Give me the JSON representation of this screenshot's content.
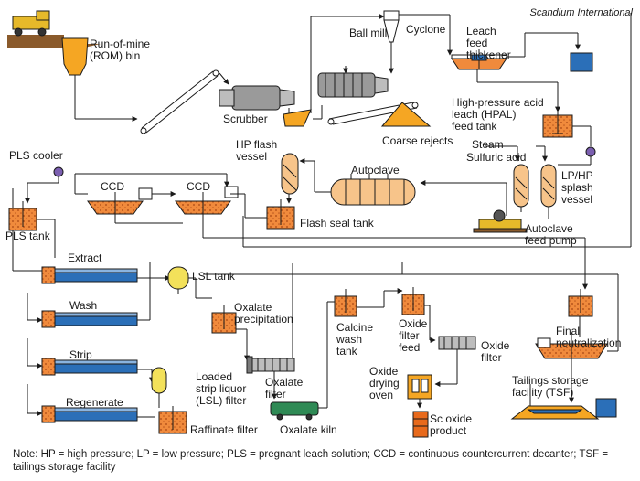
{
  "credit": "Scandium International",
  "labels": {
    "rom_bin": "Run-of-mine\n(ROM) bin",
    "ball_mill": "Ball mill",
    "cyclone": "Cyclone",
    "leach_feed_thickener": "Leach\nfeed\nthickener",
    "scrubber": "Scrubber",
    "coarse_rejects": "Coarse rejects",
    "hpal_feed_tank": "High-pressure acid\nleach (HPAL)\nfeed tank",
    "steam": "Steam",
    "sulfuric_acid": "Sulfuric acid",
    "pls_cooler": "PLS cooler",
    "hp_flash_vessel": "HP flash\nvessel",
    "ccd_1": "CCD",
    "ccd_2": "CCD",
    "autoclave": "Autoclave",
    "lp_hp_splash_vessel": "LP/HP\nsplash\nvessel",
    "pls_tank": "PLS tank",
    "flash_seal_tank": "Flash seal tank",
    "autoclave_feed_pump": "Autoclave\nfeed pump",
    "extract": "Extract",
    "lsl_tank": "LSL tank",
    "wash": "Wash",
    "oxalate_precipitation": "Oxalate\nprecipitation",
    "calcine_wash_tank": "Calcine\nwash\ntank",
    "oxide_filter_feed": "Oxide\nfilter\nfeed",
    "oxide_filter": "Oxide\nfilter",
    "final_neutralization": "Final\nneutralization",
    "strip": "Strip",
    "lsl_filter": "Loaded\nstrip liquor\n(LSL) filter",
    "oxalate_filter": "Oxalate\nfilter",
    "oxide_drying_oven": "Oxide\ndrying\noven",
    "tsf": "Tailings storage\nfacility (TSF)",
    "regenerate": "Regenerate",
    "raffinate_filter": "Raffinate filter",
    "oxalate_kiln": "Oxalate kiln",
    "sc_oxide_product": "Sc oxide\nproduct"
  },
  "note": "Note: HP = high pressure; LP = low pressure; PLS = pregnant leach solution; CCD = continuous countercurrent decanter; TSF = tailings storage facility",
  "colors": {
    "line": "#1a1a1a",
    "tank_fill": "#f08a3c",
    "bin_fill": "#f5a623",
    "equipment_gray": "#9a9a9a",
    "water_blue": "#2b6fb8",
    "rejects_fill": "#f5a623",
    "kiln_green": "#2f8a55",
    "lsl_tank_fill": "#f3e15a",
    "vessel_fill": "#f7c48a",
    "truck_yellow": "#e6b92a",
    "ground_brown": "#8a5a2b",
    "cooler_purple": "#7b5fb0"
  }
}
